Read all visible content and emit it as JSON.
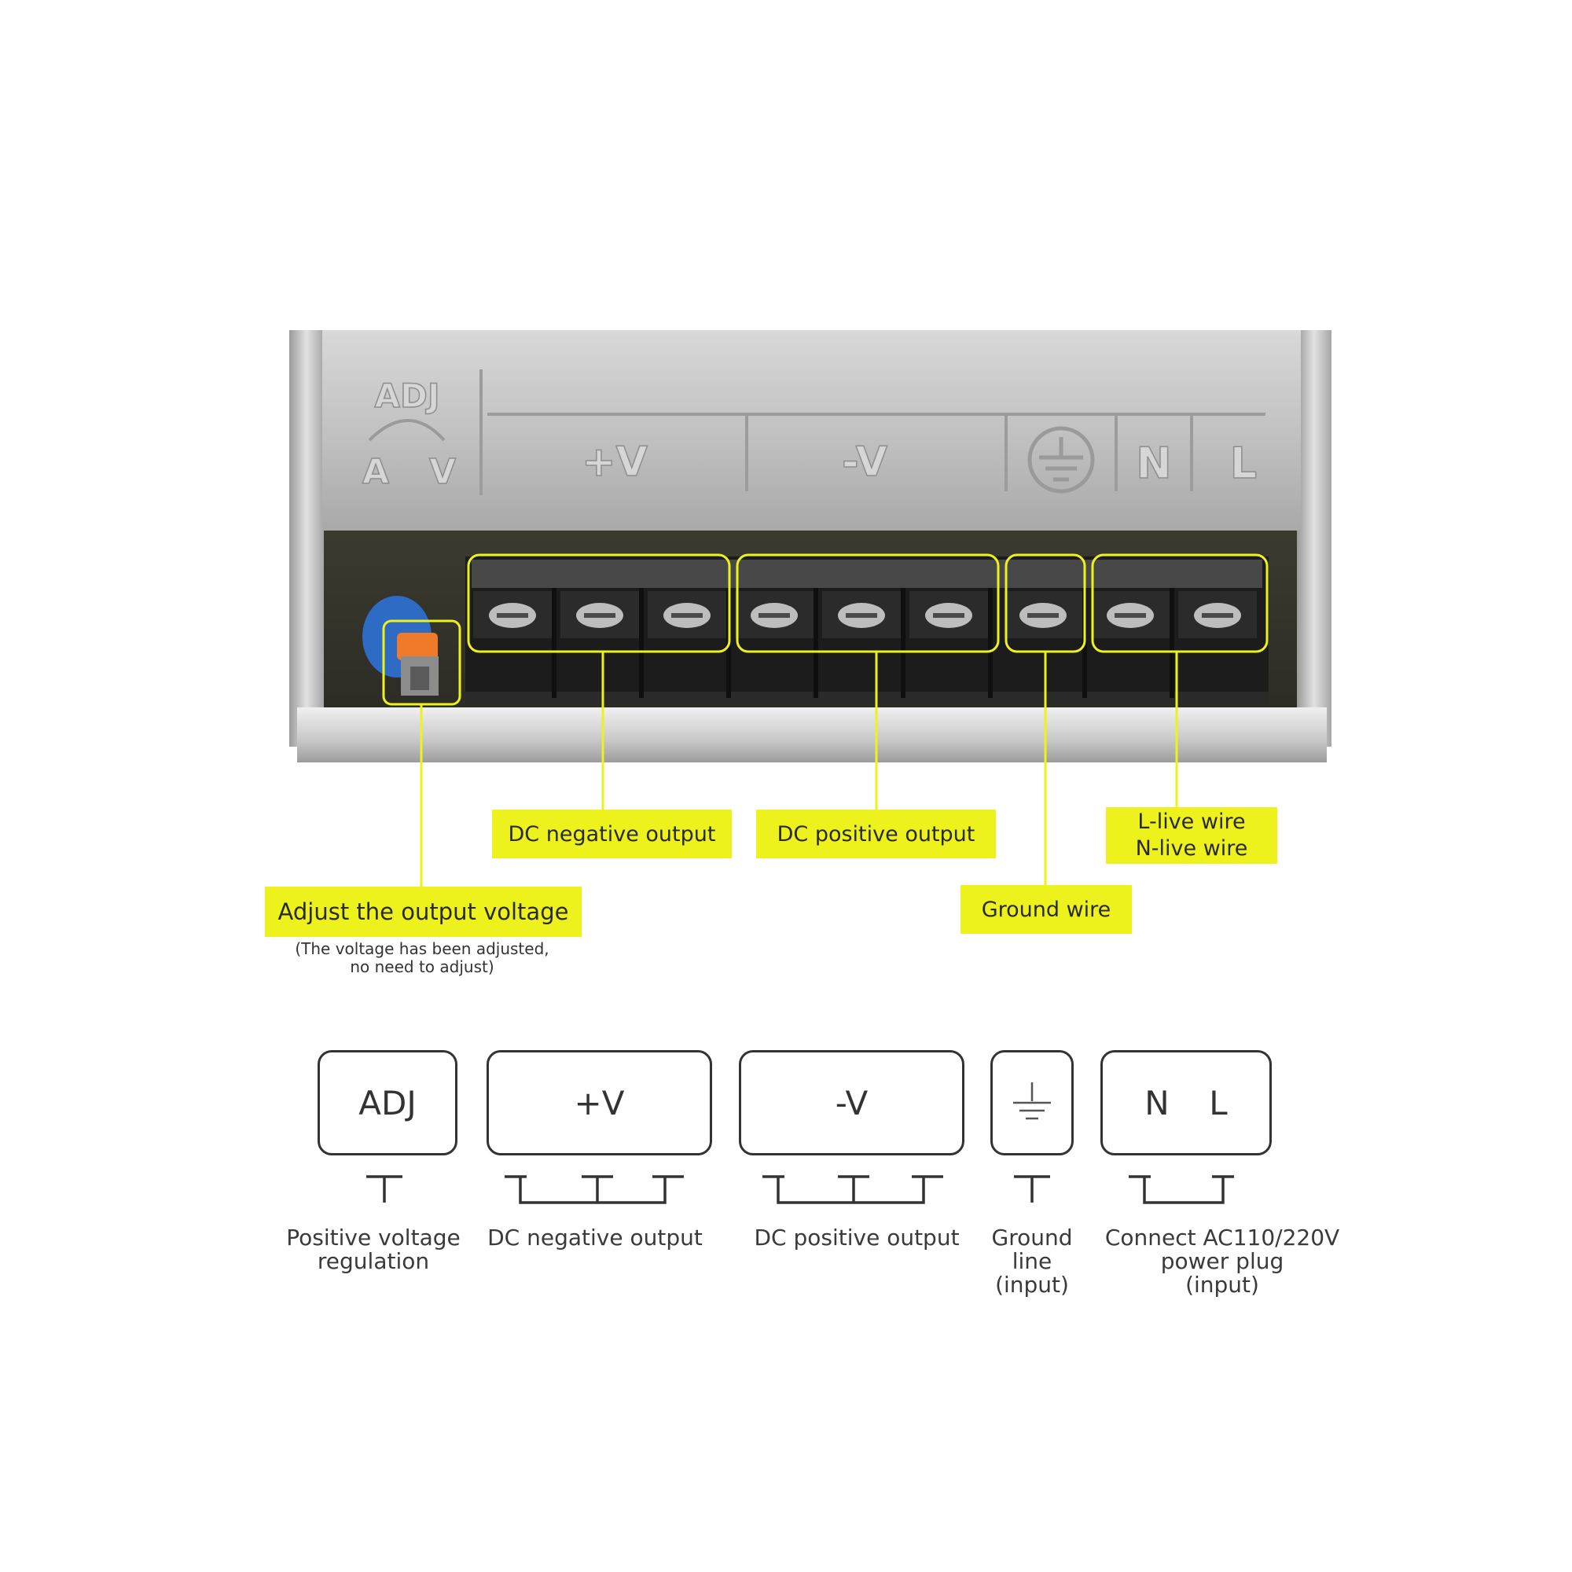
{
  "panel_engravings": {
    "adj": "ADJ",
    "a": "A",
    "v": "V",
    "plus_v": "+V",
    "minus_v": "-V",
    "n": "N",
    "l": "L"
  },
  "callouts": {
    "dc_negative": "DC negative output",
    "dc_positive": "DC positive output",
    "live_line1": "L-live wire",
    "live_line2": "N-live wire",
    "ground": "Ground wire",
    "adjust": "Adjust the output voltage",
    "adjust_note_line1": "(The voltage has been adjusted,",
    "adjust_note_line2": "no need to adjust)"
  },
  "terminal_diagram": {
    "boxes": {
      "adj": "ADJ",
      "plus_v": "+V",
      "minus_v": "-V",
      "n": "N",
      "l": "L"
    },
    "labels": {
      "adj_line1": "Positive voltage",
      "adj_line2": "regulation",
      "plus_v": "DC negative output",
      "minus_v": "DC positive output",
      "ground_line1": "Ground",
      "ground_line2": "line",
      "ground_line3": "(input)",
      "ac_line1": "Connect AC110/220V",
      "ac_line2": "power plug",
      "ac_line3": "(input)"
    }
  },
  "colors": {
    "highlight": "#eef21c",
    "metal": "#c4c4c4",
    "terminal_block": "#1c1c1c",
    "adjust_knob": "#2d6bc4",
    "adjust_tab": "#f07a2a"
  },
  "icons": [
    "ground-symbol-icon",
    "screw-terminal-icon",
    "potentiometer-icon"
  ]
}
